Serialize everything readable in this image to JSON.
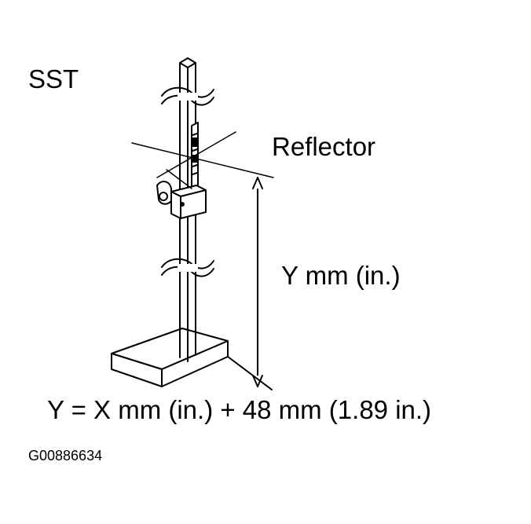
{
  "labels": {
    "sst": "SST",
    "reflector": "Reflector",
    "y_dimension": "Y mm (in.)",
    "formula": "Y = X mm (in.) + 48 mm (1.89 in.)",
    "figure_code": "G00886634"
  },
  "colors": {
    "ink": "#000000",
    "paper": "#ffffff"
  }
}
